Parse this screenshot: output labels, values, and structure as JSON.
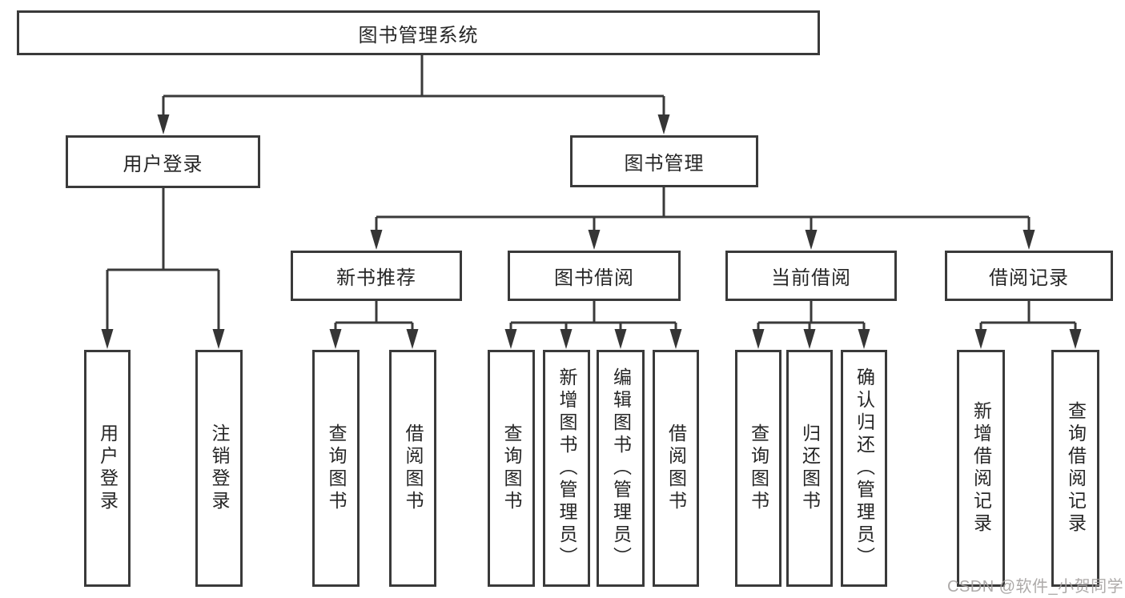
{
  "tree": {
    "label": "图书管理系统",
    "children": [
      {
        "label": "用户登录",
        "children": [
          {
            "label": "用户登录"
          },
          {
            "label": "注销登录"
          }
        ]
      },
      {
        "label": "图书管理",
        "children": [
          {
            "label": "新书推荐",
            "children": [
              {
                "label": "查询图书"
              },
              {
                "label": "借阅图书"
              }
            ]
          },
          {
            "label": "图书借阅",
            "children": [
              {
                "label": "查询图书"
              },
              {
                "label": "新增图书（管理员）"
              },
              {
                "label": "编辑图书（管理员）"
              },
              {
                "label": "借阅图书"
              }
            ]
          },
          {
            "label": "当前借阅",
            "children": [
              {
                "label": "查询图书"
              },
              {
                "label": "归还图书"
              },
              {
                "label": "确认归还（管理员）"
              }
            ]
          },
          {
            "label": "借阅记录",
            "children": [
              {
                "label": "新增借阅记录"
              },
              {
                "label": "查询借阅记录"
              }
            ]
          }
        ]
      }
    ]
  },
  "watermark": {
    "text": "CSDN @软件_小贺同学"
  },
  "colors": {
    "line": "#3a3a3a",
    "box_border": "#3a3a3a",
    "text": "#262626",
    "watermark": "#a5a1a0",
    "background": "#ffffff"
  }
}
